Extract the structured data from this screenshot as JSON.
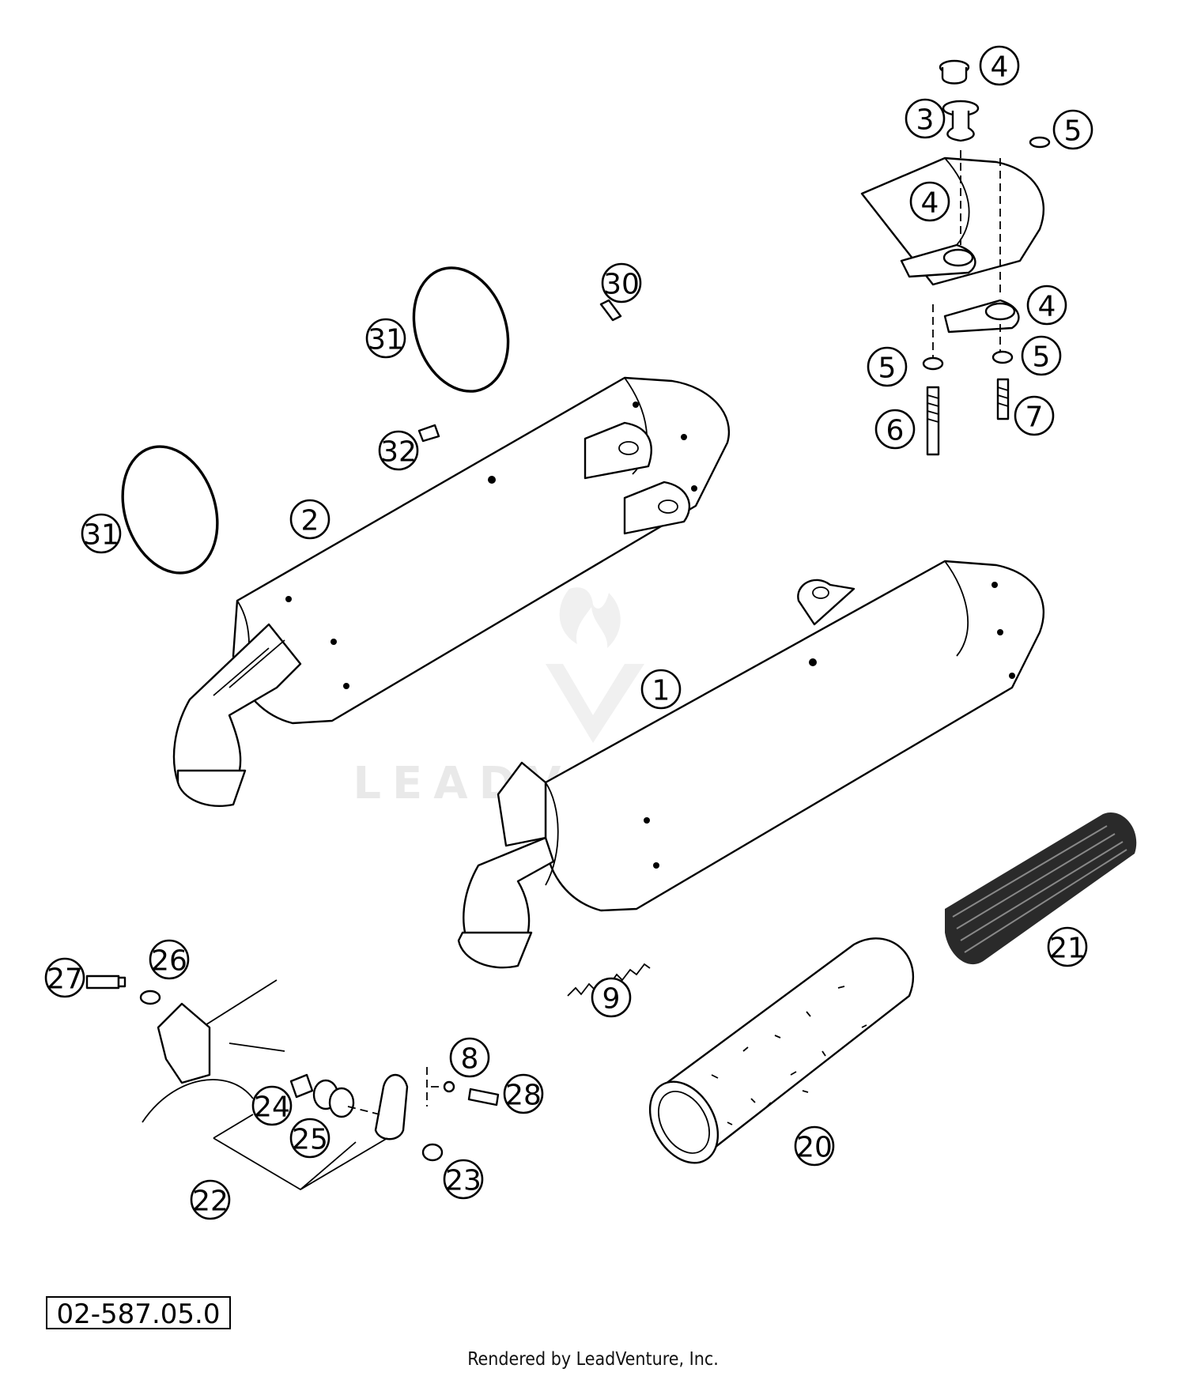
{
  "callouts": [
    {
      "label": "4"
    },
    {
      "label": "3"
    },
    {
      "label": "5"
    },
    {
      "label": "4"
    },
    {
      "label": "4"
    },
    {
      "label": "5"
    },
    {
      "label": "5"
    },
    {
      "label": "6"
    },
    {
      "label": "7"
    },
    {
      "label": "30"
    },
    {
      "label": "31"
    },
    {
      "label": "31"
    },
    {
      "label": "32"
    },
    {
      "label": "2"
    },
    {
      "label": "1"
    },
    {
      "label": "21"
    },
    {
      "label": "9"
    },
    {
      "label": "20"
    },
    {
      "label": "27"
    },
    {
      "label": "26"
    },
    {
      "label": "8"
    },
    {
      "label": "28"
    },
    {
      "label": "24"
    },
    {
      "label": "25"
    },
    {
      "label": "22"
    },
    {
      "label": "23"
    }
  ],
  "drawing_number": "02-587.05.0",
  "watermark": "LEADVENTURE",
  "footer": "Rendered by LeadVenture, Inc."
}
